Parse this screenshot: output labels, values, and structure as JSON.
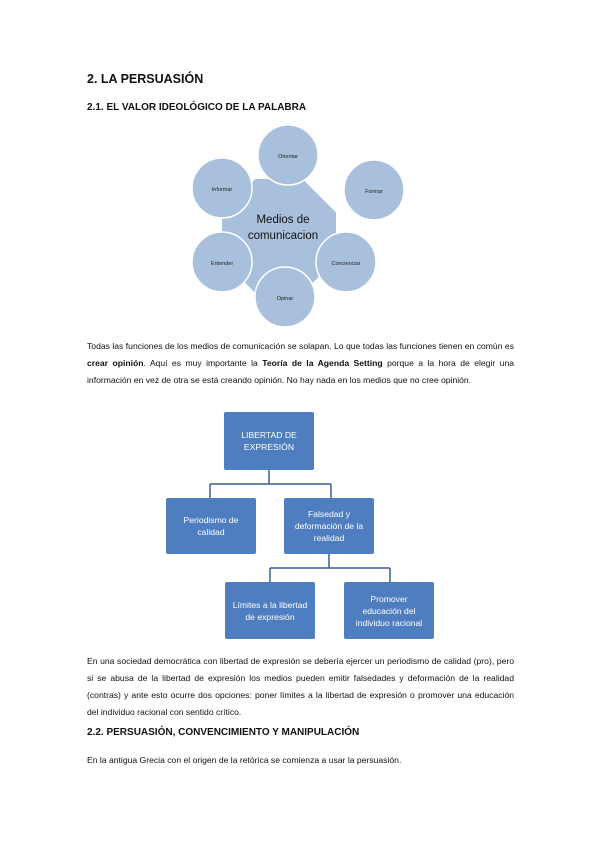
{
  "headings": {
    "h1": "2. LA PERSUASIÓN",
    "h2_1": "2.1. EL VALOR IDEOLÓGICO DE LA PALABRA",
    "h2_2": "2.2. PERSUASIÓN, CONVENCIMIENTO Y MANIPULACIÓN"
  },
  "cycle_diagram": {
    "center_line1": "Medios de",
    "center_line2": "comunicacion",
    "nodes": {
      "orientar": "Orientar",
      "formar": "Formar",
      "concienciar": "Concienciar",
      "opinar": "Opinar",
      "entender": "Entender",
      "informar": "Informar"
    }
  },
  "paragraph1": {
    "part1": "Todas las funciones de los medios de comunicación se solapan. Lo que todas las funciones tienen en común es ",
    "bold1": "crear opinión",
    "part2": ". Aquí es muy importante la ",
    "bold2": "Teoría de la Agenda Setting",
    "part3": " porque a la hora de elegir una información en vez de otra se está creando opinión. No hay nada en los medios que no cree opinión."
  },
  "tree_diagram": {
    "root": "LIBERTAD DE EXPRESIÓN",
    "left": "Periodismo de calidad",
    "right": "Falsedad y deformación de la realidad",
    "right_left": "Límites a la libertad de expresión",
    "right_right": "Promover educación del individuo racional"
  },
  "paragraph2": "En una sociedad democrática con libertad de expresión se debería ejercer un periodismo de calidad (pro), pero si se abusa de la libertad de expresión los medios pueden emitir falsedades y deformación de la realidad (contras) y ante esto ocurre dos opciones: poner límites a la libertad de expresión o promover una educación del individuo racional con sentido crítico.",
  "paragraph3": "En la antigua Grecia con el origen de la retórica se comienza a usar la persuasión."
}
